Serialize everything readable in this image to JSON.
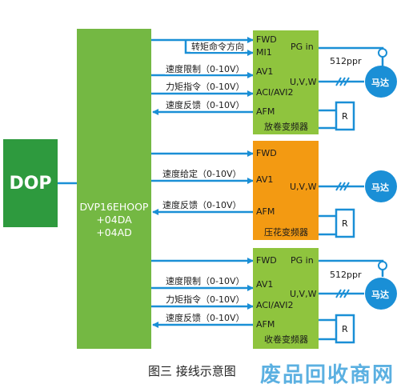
{
  "dop": {
    "label": "DOP"
  },
  "plc": {
    "line1": "DVP16EHOOP",
    "line2": "+04DA",
    "line3": "+04AD"
  },
  "top_vfd": {
    "name": "放卷变频器",
    "fwd": "FWD",
    "mi1": "MI1",
    "pg_in": "PG in",
    "av1": "AV1",
    "aci": "ACI/AVI2",
    "uvw": "U,V,W",
    "afm": "AFM",
    "wire_dir": "转矩命令方向",
    "wire_speed_limit": "速度限制（0-10V）",
    "wire_torque": "力矩指令（0-10V）",
    "wire_feedback": "速度反馈（0-10V）",
    "ppr": "512ppr",
    "motor": "马达",
    "r": "R"
  },
  "mid_vfd": {
    "name": "压花变频器",
    "fwd": "FWD",
    "av1": "AV1",
    "uvw": "U,V,W",
    "afm": "AFM",
    "wire_speed_set": "速度给定（0-10V）",
    "wire_feedback": "速度反馈（0-10V）",
    "motor": "马达",
    "r": "R"
  },
  "bot_vfd": {
    "name": "收卷变频器",
    "fwd": "FWD",
    "pg_in": "PG in",
    "av1": "AV1",
    "aci": "ACI/AVI2",
    "uvw": "U,V,W",
    "afm": "AFM",
    "wire_speed_limit": "速度限制（0-10V）",
    "wire_torque": "力矩指令（0-10V）",
    "wire_feedback": "速度反馈（0-10V）",
    "ppr": "512ppr",
    "motor": "马达",
    "r": "R"
  },
  "caption": "图三 接线示意图",
  "watermark": "废品回收商网",
  "colors": {
    "plc": "#74b843",
    "dop": "#2e9a3e",
    "vfd": "#8fc43e",
    "vfd_mid": "#f39a12",
    "wire": "#1a8fd6",
    "motor": "#1a8fd6"
  }
}
